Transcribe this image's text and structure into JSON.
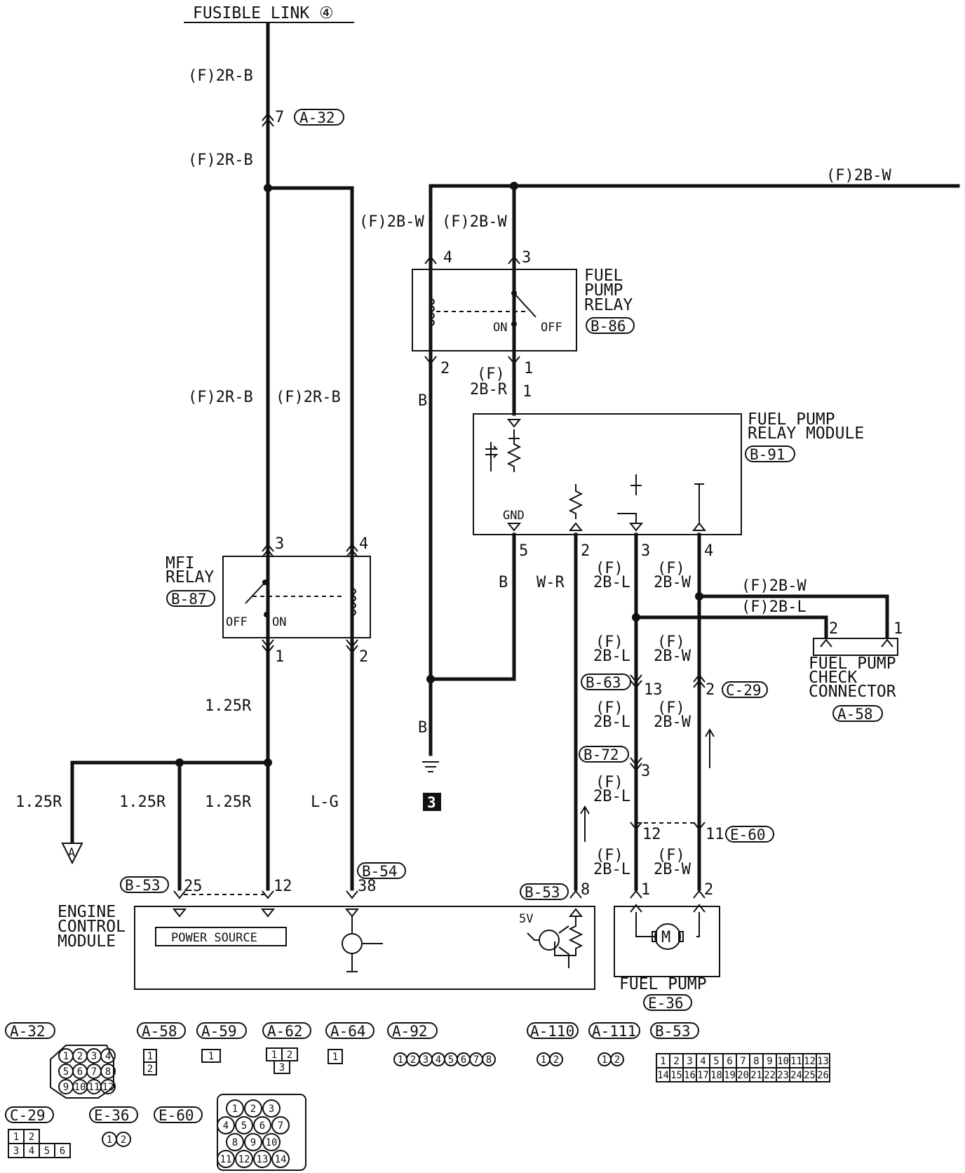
{
  "fusible_link": "FUSIBLE LINK ④",
  "wires": {
    "f2rb": "(F)2R-B",
    "f2bw": "(F)2B-W",
    "f2bl": "(F)2B-L",
    "f": "(F)",
    "r2br": "2B-R",
    "w2bw": "2B-W",
    "w2bl": "2B-L",
    "b": "B",
    "wr": "W-R",
    "r125": "1.25R",
    "lg": "L-G"
  },
  "connectors": {
    "a32": "A-32",
    "b86": "B-86",
    "b91": "B-91",
    "b87": "B-87",
    "b63": "B-63",
    "c29": "C-29",
    "b72": "B-72",
    "e60": "E-60",
    "b53": "B-53",
    "b54": "B-54",
    "a58": "A-58",
    "e36": "E-36"
  },
  "components": {
    "fuel_pump_relay": [
      "FUEL",
      "PUMP",
      "RELAY"
    ],
    "fuel_pump_relay_module": [
      "FUEL PUMP",
      "RELAY MODULE"
    ],
    "mfi_relay": [
      "MFI",
      "RELAY"
    ],
    "fuel_pump_check_connector": [
      "FUEL PUMP",
      "CHECK",
      "CONNECTOR"
    ],
    "engine_control_module": [
      "ENGINE",
      "CONTROL",
      "MODULE"
    ],
    "fuel_pump": "FUEL PUMP",
    "power_source": "POWER SOURCE",
    "on": "ON",
    "off": "OFF",
    "gnd": "GND",
    "five_v": "5V",
    "ground_ref": "3",
    "motor": "M",
    "arrow_ref": "A"
  },
  "pins": {
    "p7": "7",
    "p4": "4",
    "p3": "3",
    "p2": "2",
    "p1": "1",
    "p5": "5",
    "p13": "13",
    "p12": "12",
    "p11": "11",
    "p25": "25",
    "p38": "38",
    "p8": "8"
  },
  "legend": [
    {
      "code": "A-32"
    },
    {
      "code": "A-58"
    },
    {
      "code": "A-59"
    },
    {
      "code": "A-62"
    },
    {
      "code": "A-64"
    },
    {
      "code": "A-92"
    },
    {
      "code": "A-110"
    },
    {
      "code": "A-111"
    },
    {
      "code": "B-53"
    },
    {
      "code": "C-29"
    },
    {
      "code": "E-36"
    },
    {
      "code": "E-60"
    }
  ],
  "legend_pins": {
    "a32": [
      "1",
      "2",
      "3",
      "4",
      "5",
      "6",
      "7",
      "8",
      "9",
      "10",
      "11",
      "12"
    ],
    "a58": [
      "1",
      "2"
    ],
    "a59": [
      "1"
    ],
    "a62": [
      "1",
      "2",
      "3"
    ],
    "a64": [
      "1"
    ],
    "a92": [
      "1",
      "2",
      "3",
      "4",
      "5",
      "6",
      "7",
      "8"
    ],
    "a110": [
      "1",
      "2"
    ],
    "a111": [
      "1",
      "2"
    ],
    "b53_row1": [
      "1",
      "2",
      "3",
      "4",
      "5",
      "6",
      "7",
      "8",
      "9",
      "10",
      "11",
      "12",
      "13"
    ],
    "b53_row2": [
      "14",
      "15",
      "16",
      "17",
      "18",
      "19",
      "20",
      "21",
      "22",
      "23",
      "24",
      "25",
      "26"
    ],
    "c29_row1": [
      "1",
      "2"
    ],
    "c29_row2": [
      "3",
      "4",
      "5",
      "6"
    ],
    "e36": [
      "1",
      "2"
    ],
    "e60": [
      "1",
      "2",
      "3",
      "4",
      "5",
      "6",
      "7",
      "8",
      "9",
      "10",
      "11",
      "12",
      "13",
      "14"
    ]
  }
}
